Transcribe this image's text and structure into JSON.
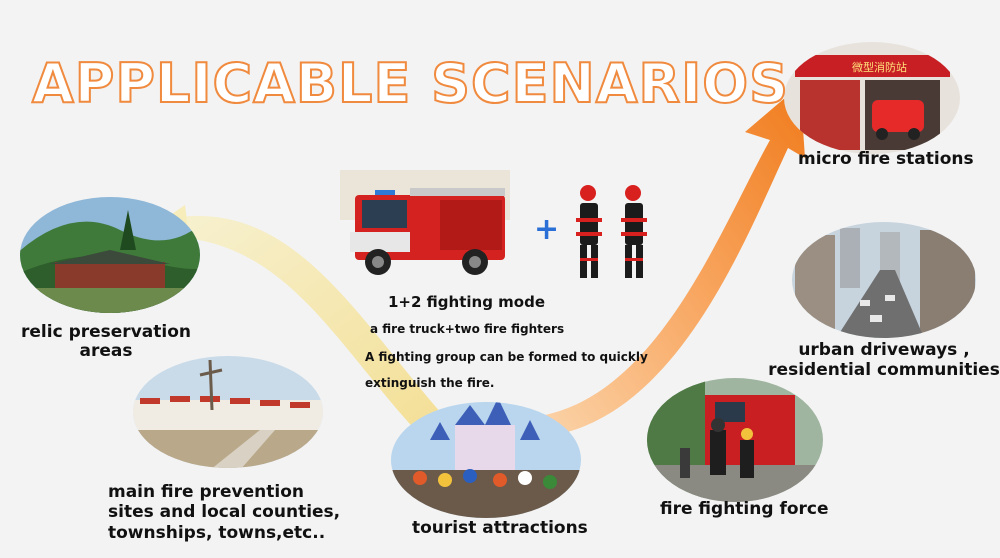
{
  "title": "APPLICABLE SCENARIOS",
  "center": {
    "mode_title": "1+2 fighting mode",
    "line1": "a fire truck+two fire fighters",
    "line2": "A fighting group can be formed to quickly",
    "line3": "extinguish the fire.",
    "plus": "+"
  },
  "scenarios": {
    "relic_line1": "relic preservation",
    "relic_line2": "areas",
    "main_line1": "main fire prevention",
    "main_line2": "sites and local counties,",
    "main_line3": "townships, towns,etc..",
    "tourist": "tourist attractions",
    "micro": "micro fire stations",
    "urban_line1": "urban driveways ,",
    "urban_line2": "residential communities",
    "force": "fire fighting force",
    "station_sign": "微型消防站"
  },
  "colors": {
    "arrow_left": "#f6e7a4",
    "arrow_right": "#f58a2a",
    "title_outline": "#f08a3e",
    "fire_red": "#d01f1f",
    "plus": "#2a6fd6"
  }
}
